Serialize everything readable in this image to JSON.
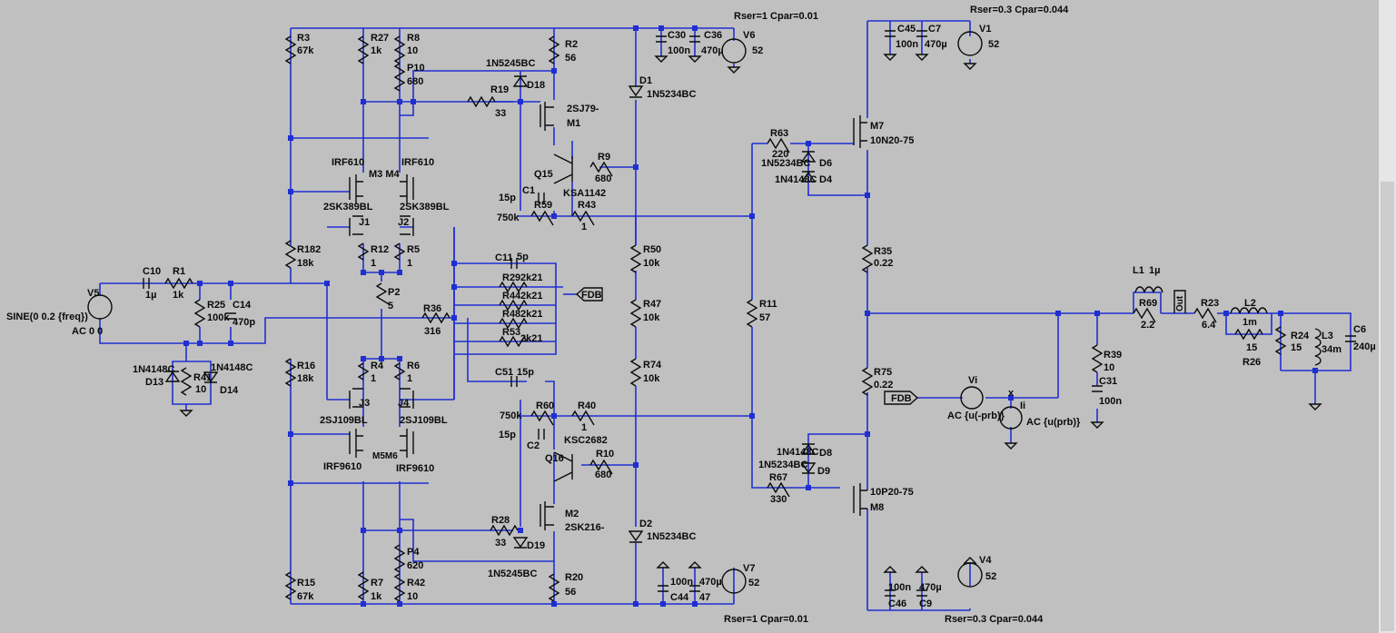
{
  "labels": {
    "R3": "R3",
    "R3v": "67k",
    "R27": "R27",
    "R27v": "1k",
    "R8": "R8",
    "R8v": "10",
    "P10": "P10",
    "P10v": "680",
    "R2": "R2",
    "R2v": "56",
    "C30": "C30",
    "C30v": "100n",
    "C36": "C36",
    "C36v": "470µ",
    "V6": "V6",
    "V6v": "52",
    "rser_top1": "Rser=1 Cpar=0.01",
    "rser_top2": "Rser=0.3 Cpar=0.044",
    "C45": "C45",
    "C45v": "100n",
    "C7": "C7",
    "C7v": "470µ",
    "V1": "V1",
    "V1v": "52",
    "D18t": "1N5245BC",
    "D18": "D18",
    "R19": "R19",
    "R19v": "33",
    "M1t": "2SJ79-",
    "M1": "M1",
    "D1": "D1",
    "D1t": "1N5234BC",
    "M7": "M7",
    "M7t": "10N20-75",
    "R63": "R63",
    "R63v": "220",
    "D6t": "1N5234BC",
    "D6": "D6",
    "D4t": "1N4148C",
    "D4": "D4",
    "IRF610a": "IRF610",
    "IRF610b": "IRF610",
    "M3M4": "M3 M4",
    "Q15": "Q15",
    "R9": "R9",
    "R9v": "680",
    "C1": "C1",
    "C1v": "15p",
    "KSA1142": "KSA1142",
    "R59": "R59",
    "R59v": "750k",
    "R43": "R43",
    "R43v": "1",
    "SK389a": "2SK389BL",
    "SK389b": "2SK389BL",
    "J1": "J1",
    "J2": "J2",
    "R182": "R182",
    "R182v": "18k",
    "R12": "R12",
    "R12v": "1",
    "R5": "R5",
    "R5v": "1",
    "R50": "R50",
    "R50v": "10k",
    "R35": "R35",
    "R35v": "0.22",
    "C11": "C11",
    "C11v": "5p",
    "R29": "R29",
    "R29v": "2k21",
    "R44": "R44",
    "R44v": "2k21",
    "R48": "R48",
    "R48v": "2k21",
    "R53": "R53",
    "R53v": "2k21",
    "FDB1": "FDB",
    "C10": "C10",
    "C10v": "1µ",
    "R1": "R1",
    "R1v": "1k",
    "V5": "V5",
    "V5t": "SINE(0 0.2 {freq})",
    "V5ac": "AC 0 0",
    "R25": "R25",
    "R25v": "100k",
    "C14": "C14",
    "C14v": "470p",
    "P2": "P2",
    "P2v": "5",
    "R36": "R36",
    "R36v": "316",
    "R47": "R47",
    "R47v": "10k",
    "R11": "R11",
    "R11v": "57",
    "L1": "L1",
    "L1v": "1µ",
    "R69": "R69",
    "R69v": "2.2",
    "Out": "Out",
    "R23": "R23",
    "R23v": "6.4",
    "L2": "L2",
    "L2v": "1m",
    "R26": "R26",
    "R26v": "15",
    "R24": "R24",
    "R24v": "15",
    "L3": "L3",
    "L3v": "34m",
    "C6": "C6",
    "C6v": "240µ",
    "D13t": "1N4148C",
    "D13": "D13",
    "R41": "R41",
    "R41v": "10",
    "D14t": "1N4148C",
    "D14": "D14",
    "R16": "R16",
    "R16v": "18k",
    "R4": "R4",
    "R4v": "1",
    "R6": "R6",
    "R6v": "1",
    "C51": "C51",
    "C51v": "15p",
    "R74": "R74",
    "R74v": "10k",
    "R75": "R75",
    "R75v": "0.22",
    "J3": "J3",
    "J4": "J4",
    "SJ109a": "2SJ109BL",
    "SJ109b": "2SJ109BL",
    "R60": "R60",
    "R60v": "750k",
    "R40": "R40",
    "R40v": "1",
    "R39": "R39",
    "R39v": "10",
    "C31": "C31",
    "C31v": "100n",
    "Vi": "Vi",
    "FDB2": "FDB",
    "Ii": "Ii",
    "Vi_ac": "AC {u(-prb)}",
    "Ii_ac": "AC {u(prb)}",
    "xmark": "x",
    "IRF9610a": "IRF9610",
    "IRF9610b": "IRF9610",
    "M56": "M5M6",
    "C2": "C2",
    "C2v": "15p",
    "KSC2682": "KSC2682",
    "Q16": "Q16",
    "R10": "R10",
    "R10v": "680",
    "D8t": "1N4148C",
    "D8": "D8",
    "D9t": "1N5234BC",
    "D9": "D9",
    "R67": "R67",
    "R67v": "330",
    "M8t": "10P20-75",
    "M8": "M8",
    "M2": "M2",
    "M2t": "2SK216-",
    "R28": "R28",
    "R28v": "33",
    "D19": "D19",
    "D19t": "1N5245BC",
    "D2": "D2",
    "D2t": "1N5234BC",
    "P4": "P4",
    "P4v": "620",
    "R42": "R42",
    "R42v": "10",
    "R20": "R20",
    "R20v": "56",
    "R15": "R15",
    "R15v": "67k",
    "R7": "R7",
    "R7v": "1k",
    "C44": "C44",
    "C44v": "100n",
    "C47v": "470µ",
    "C47": "47",
    "V7": "V7",
    "V7v": "52",
    "V4": "V4",
    "V4v": "52",
    "C46": "C46",
    "C46v": "100n",
    "C9": "C9",
    "C9v": "470µ",
    "rser_bot1": "Rser=1 Cpar=0.01",
    "rser_bot2": "Rser=0.3 Cpar=0.044"
  }
}
